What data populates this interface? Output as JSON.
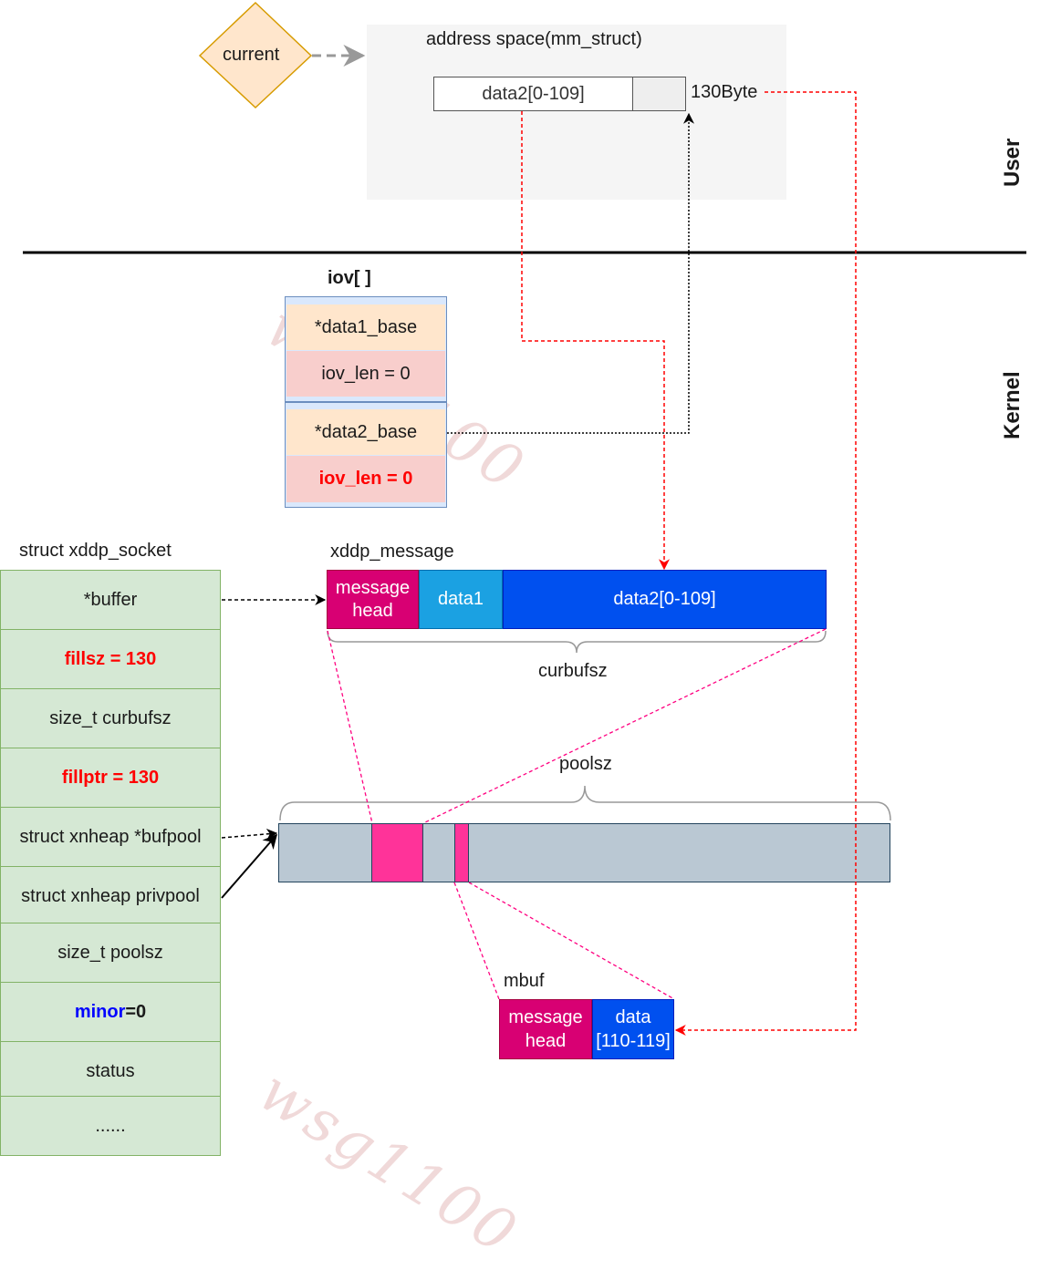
{
  "current": {
    "label": "current"
  },
  "address_space": {
    "title": "address space(mm_struct)",
    "buffer_label": "data2[0-109]",
    "size_label": "130Byte"
  },
  "regions": {
    "user": "User",
    "kernel": "Kernel"
  },
  "iov": {
    "title": "iov[ ]",
    "entries": [
      {
        "base": "*data1_base",
        "len": "iov_len = 0"
      },
      {
        "base": "*data2_base",
        "len": "iov_len = 0"
      }
    ]
  },
  "socket": {
    "title": "struct xddp_socket",
    "fields": [
      {
        "text": "*buffer"
      },
      {
        "text": "fillsz = 130"
      },
      {
        "text": "size_t curbufsz"
      },
      {
        "text": "fillptr = 130"
      },
      {
        "text": "struct xnheap *bufpool"
      },
      {
        "text": "struct xnheap privpool"
      },
      {
        "text": "size_t poolsz"
      },
      {
        "minor_key": "minor",
        "minor_value": "=0"
      },
      {
        "text": "status"
      },
      {
        "text": "......"
      }
    ]
  },
  "message": {
    "title": "xddp_message",
    "head": "message head",
    "data1": "data1",
    "data2": "data2[0-109]",
    "brace_label": "curbufsz"
  },
  "pool": {
    "brace_label": "poolsz"
  },
  "mbuf": {
    "title": "mbuf",
    "head": "message head",
    "data": "data [110-119]"
  },
  "watermark": {
    "text": "wsg1100"
  },
  "colors": {
    "green_fill": "#d5e8d4",
    "green_border": "#82b366",
    "iov_border": "#6c8ebf",
    "iov_base": "#ffe6cc",
    "iov_len": "#f8cecc",
    "pink": "#d80073",
    "hot_pink": "#ff3399",
    "light_blue": "#1ba1e2",
    "blue": "#0050ef",
    "pool_gray": "#bac8d3",
    "diamond_fill": "#ffe6cc",
    "diamond_border": "#d79b00",
    "arrow_red": "#ff0000"
  }
}
